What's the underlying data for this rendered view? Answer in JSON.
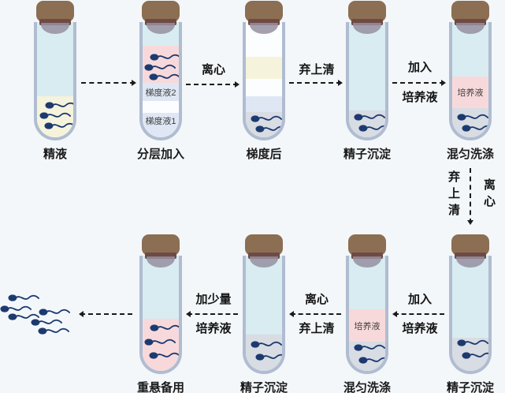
{
  "palette": {
    "background": "#f3f7fa",
    "cork_brown": "#8c6e52",
    "cork_band": "#6f4a45",
    "tube_border": "#b0bcd0",
    "fill_cyan": "#d8ecf1",
    "semen_yellow": "#f6f3dc",
    "medium_pink": "#f8d9db",
    "gradient_lavender": "#dfe7f4",
    "pellet_grey": "#d8dce3",
    "sperm_navy": "#1c3a70",
    "text": "#1a1a1a"
  },
  "top_row": {
    "tubes": [
      {
        "label": "精液"
      },
      {
        "label": "分层加入",
        "band_labels": [
          "梯度液2",
          "梯度液1"
        ]
      },
      {
        "label": "梯度后"
      },
      {
        "label": "精子沉淀"
      },
      {
        "label": "混匀洗涤",
        "band_labels": [
          "培养液"
        ]
      }
    ],
    "step_labels": [
      {
        "above": "离心",
        "below": ""
      },
      {
        "above": "弃上清",
        "below": ""
      },
      {
        "above": "加入",
        "below": "培养液"
      }
    ]
  },
  "side_arrow": {
    "left_label": "弃上清",
    "right_label": "离心"
  },
  "bottom_row": {
    "tubes": [
      {
        "label": "重悬备用"
      },
      {
        "label": "精子沉淀"
      },
      {
        "label": "混匀洗涤",
        "band_labels": [
          "培养液"
        ]
      },
      {
        "label": "精子沉淀"
      }
    ],
    "step_labels": [
      {
        "above": "加入",
        "below": "培养液"
      },
      {
        "above": "离心",
        "below": "弃上清"
      },
      {
        "above": "加少量",
        "below": "培养液"
      }
    ]
  }
}
